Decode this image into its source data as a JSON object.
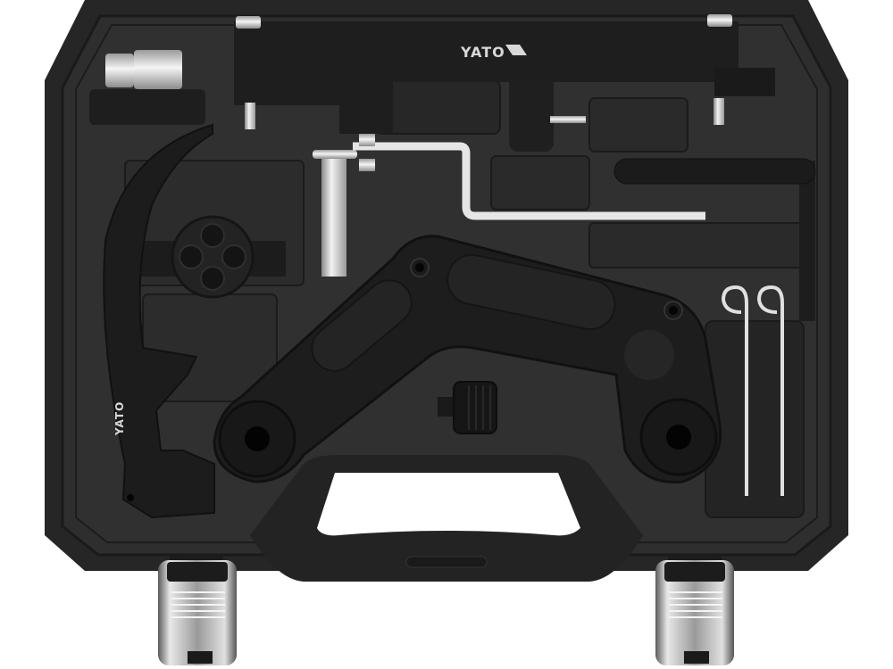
{
  "product": {
    "brand_logo_top": "YATO",
    "brand_logo_side": "YATO",
    "case_color": "#2b2b2b",
    "foam_color": "#303030",
    "tool_color": "#1c1c1c",
    "metal_color": "#d9d9d9"
  },
  "items": [
    {
      "name": "socket-adapter"
    },
    {
      "name": "camshaft-locking-bar"
    },
    {
      "name": "crank-holder-arc"
    },
    {
      "name": "four-hole-disc"
    },
    {
      "name": "pin-with-bracket"
    },
    {
      "name": "s-shaped-rod"
    },
    {
      "name": "counterhold-tool"
    },
    {
      "name": "threaded-adapter"
    },
    {
      "name": "locking-pins"
    },
    {
      "name": "long-pin"
    }
  ]
}
